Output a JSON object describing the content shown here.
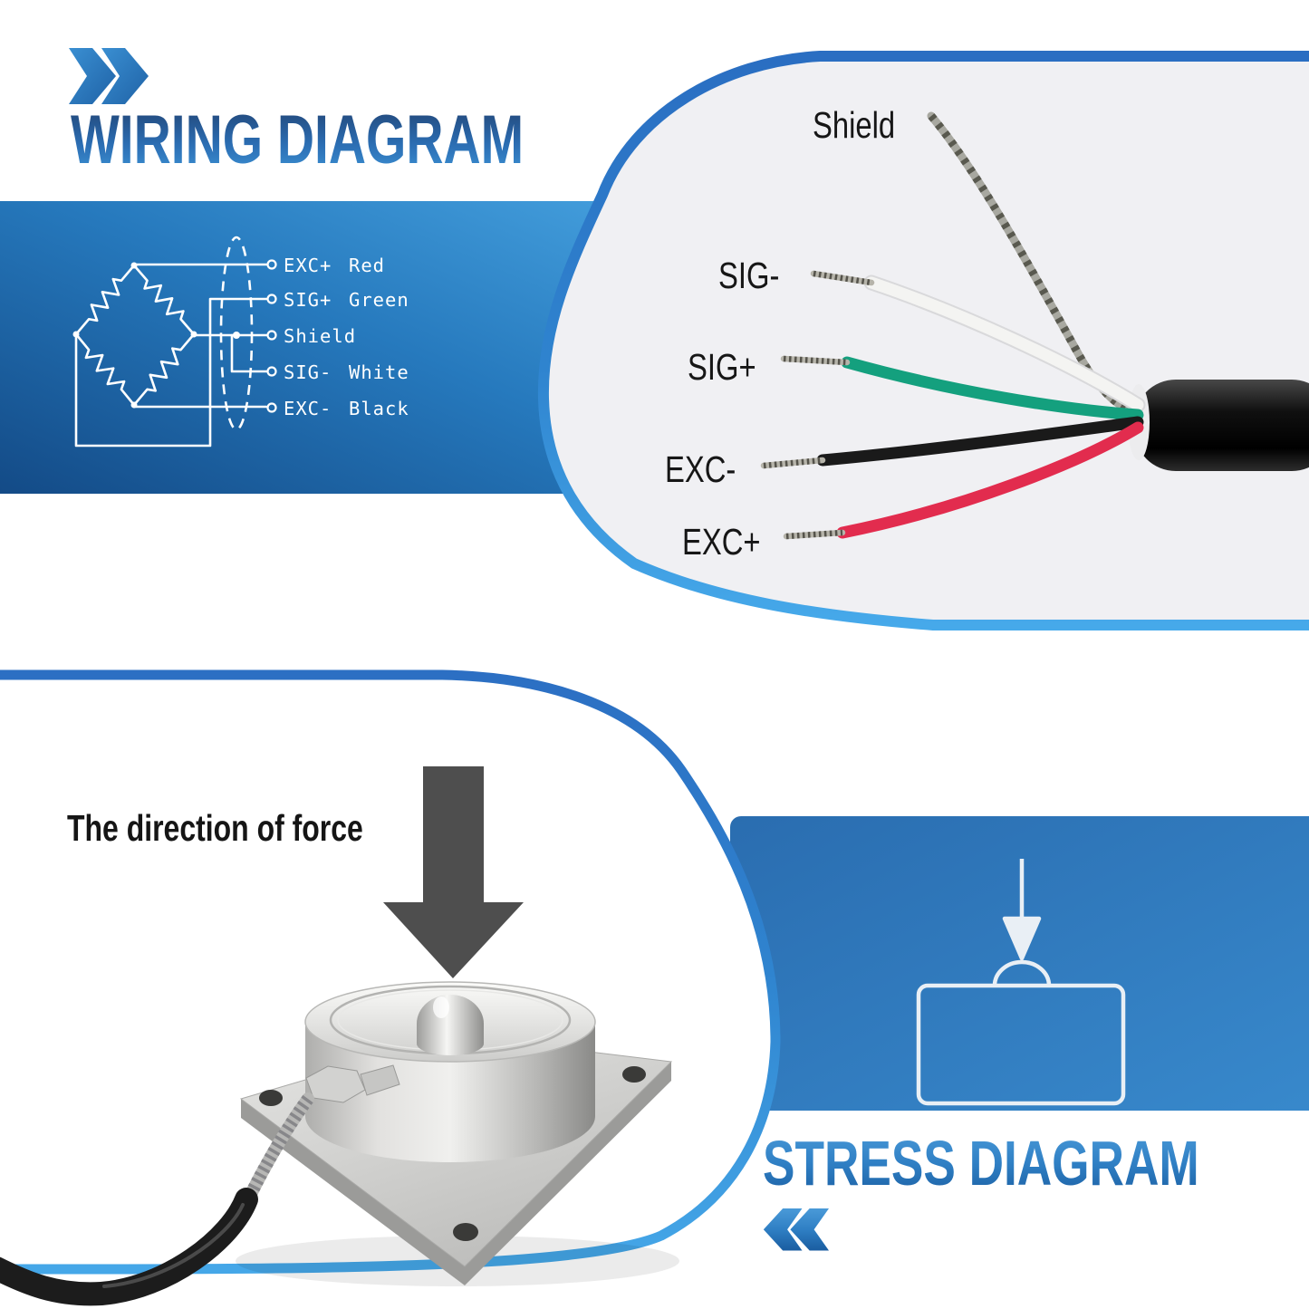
{
  "wiring": {
    "title": "WIRING DIAGRAM",
    "schematic": {
      "rows": [
        {
          "signal": "EXC+",
          "wire_color": "Red"
        },
        {
          "signal": "SIG+",
          "wire_color": "Green"
        },
        {
          "signal": "Shield",
          "wire_color": ""
        },
        {
          "signal": "SIG-",
          "wire_color": "White"
        },
        {
          "signal": "EXC-",
          "wire_color": "Black"
        }
      ]
    },
    "photo_labels": {
      "shield": "Shield",
      "sig_minus": "SIG-",
      "sig_plus": "SIG+",
      "exc_minus": "EXC-",
      "exc_plus": "EXC+"
    }
  },
  "stress": {
    "title": "STRESS DIAGRAM",
    "force_direction_label": "The direction of force"
  },
  "icons": {
    "top_chevrons": "double-chevron-right",
    "bottom_chevrons": "double-chevron-left",
    "stress_icon": "load-block-with-force-arrow"
  },
  "colors": {
    "accent_dark_blue": "#2b6fc4",
    "accent_light_blue": "#45a7e8",
    "banner_dark": "#134a86",
    "banner_light": "#45a0de",
    "banner2_left": "#2a6db0",
    "banner2_right": "#3889cc",
    "title_navy": "#21406f",
    "title_blue": "#3e95d8",
    "wire_red": "#e22c4e",
    "wire_green": "#14a07e",
    "wire_black": "#1a1a1a",
    "wire_white": "#f4f4f2",
    "shield_gray": "#a8a8a0",
    "force_arrow_gray": "#4e4e4e",
    "schematic_line_white": "#ffffff"
  }
}
